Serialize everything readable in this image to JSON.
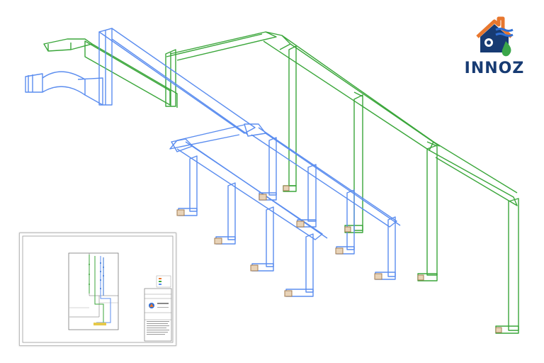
{
  "logo": {
    "text": "INNOZ",
    "colors": {
      "navy": "#173b73",
      "orange": "#e8772e",
      "green": "#3aa64a",
      "blue": "#2f6fd6"
    },
    "icon": "house-water-drop-icon"
  },
  "diagram": {
    "type": "isometric-duct-layout",
    "systems": [
      {
        "id": "supply",
        "color": "#5b8def"
      },
      {
        "id": "return",
        "color": "#3aa63a"
      }
    ],
    "terminal_color": "#c9a27a"
  },
  "drawing_sheet": {
    "thumbnail": "drawing-sheet-preview"
  }
}
